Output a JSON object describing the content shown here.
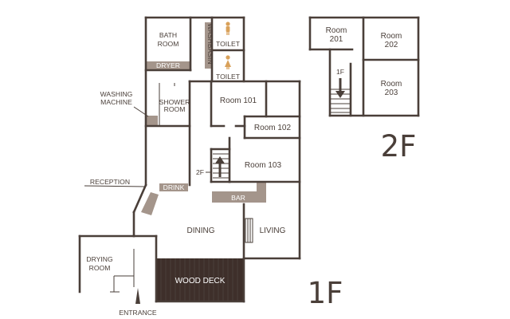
{
  "colors": {
    "wall": "#4a3f39",
    "tan": "#a4958b",
    "deck": "#3e2f2a",
    "background": "#ffffff",
    "toilet_icon": "#d9a15a"
  },
  "floor1": {
    "floor_label": "1F",
    "bath_room": "BATH\nROOM",
    "washbasin": "WASHBASIN",
    "toilet_upper": "TOILET",
    "toilet_lower": "TOILET",
    "dryer": "DRYER",
    "washing_machine": "WASHING\nMACHINE",
    "shower_room": "SHOWER\nROOM",
    "room_101": "Room 101",
    "room_102": "Room 102",
    "room_103": "Room 103",
    "stairs_label": "2F",
    "reception": "RECEPTION",
    "drink": "DRINK",
    "bar": "BAR",
    "dining": "DINING",
    "living": "LIVING",
    "drying_room": "DRYING\nROOM",
    "wood_deck": "WOOD DECK",
    "entrance": "ENTRANCE"
  },
  "floor2": {
    "floor_label": "2F",
    "room_201": "Room\n201",
    "room_202": "Room\n202",
    "room_203": "Room\n203",
    "stairs_label": "1F"
  },
  "icons": {
    "toilet": "person-icon",
    "stairs_up": "arrow-up-icon",
    "stairs_down": "arrow-down-icon",
    "entrance": "triangle-up-icon"
  }
}
